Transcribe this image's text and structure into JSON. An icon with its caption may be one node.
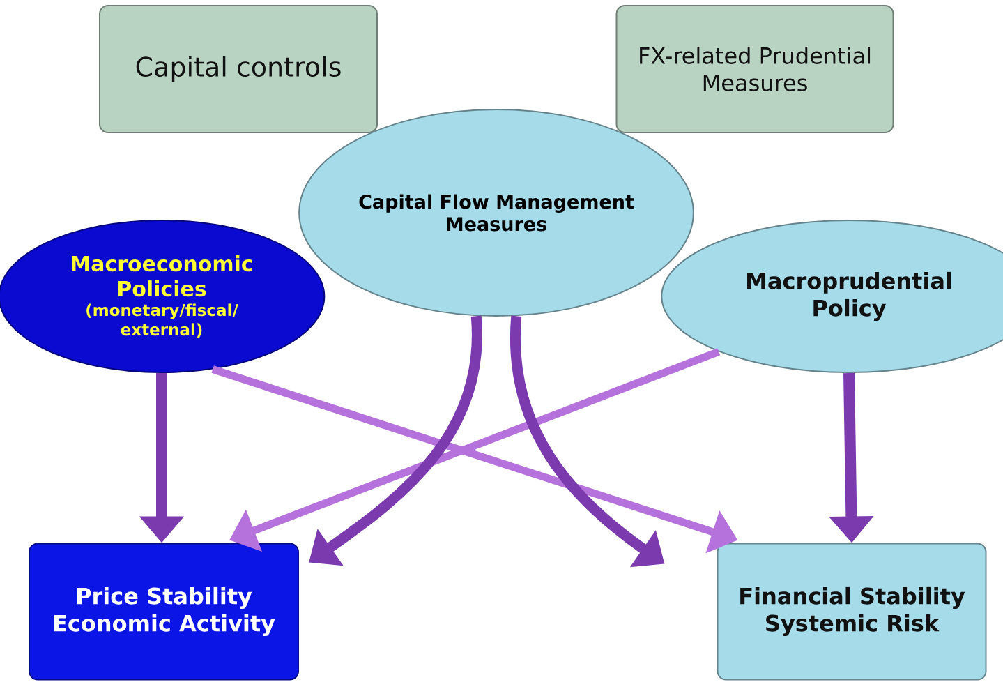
{
  "diagram": {
    "nodes": [
      {
        "text": [
          "Capital controls"
        ]
      },
      {
        "text": [
          "FX-related Prudential Measures"
        ]
      },
      {
        "text": [
          "Capital Flow Management Measures"
        ]
      },
      {
        "text": [
          "Macroeconomic Policies",
          "(monetary/fiscal/ external)"
        ]
      },
      {
        "text": [
          "Macroprudential Policy"
        ]
      },
      {
        "text": [
          "Price Stability",
          "Economic Activity"
        ]
      },
      {
        "text": [
          "Financial Stability",
          "Systemic Risk"
        ]
      }
    ],
    "edges": [
      {
        "from": 3,
        "to": 5,
        "arrow": "to"
      },
      {
        "from": 3,
        "to": 6,
        "arrow": "to",
        "color": "#b672dc"
      },
      {
        "from": 4,
        "to": 6,
        "arrow": "to"
      },
      {
        "from": 4,
        "to": 5,
        "arrow": "to",
        "color": "#b672dc"
      },
      {
        "from": 2,
        "to": 5,
        "arrow": "to"
      },
      {
        "from": 2,
        "to": 6,
        "arrow": "to"
      }
    ]
  }
}
